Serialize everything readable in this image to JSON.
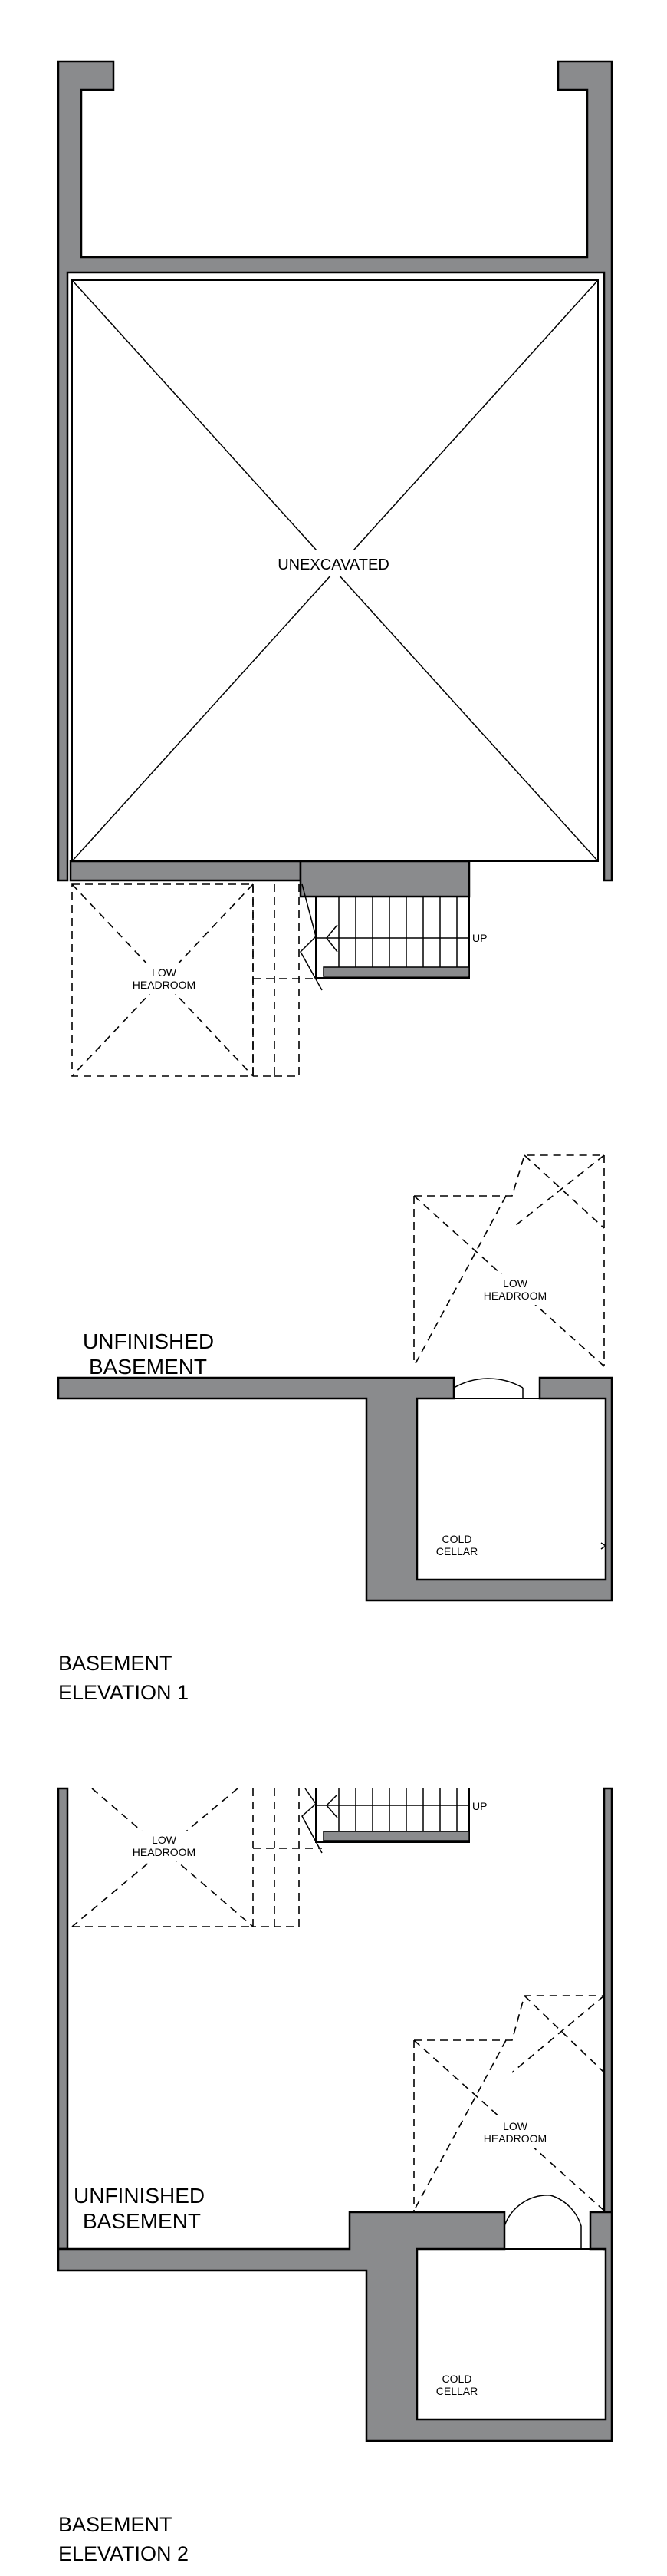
{
  "plan1": {
    "unexcavated": "UNEXCAVATED",
    "low_headroom_a": [
      "LOW",
      "HEADROOM"
    ],
    "low_headroom_b": [
      "LOW",
      "HEADROOM"
    ],
    "stair_label": "UP",
    "room": [
      "UNFINISHED",
      "BASEMENT"
    ],
    "cold_cellar": [
      "COLD",
      "CELLAR"
    ]
  },
  "caption1": [
    "BASEMENT",
    "ELEVATION 1"
  ],
  "plan2": {
    "low_headroom_a": [
      "LOW",
      "HEADROOM"
    ],
    "low_headroom_b": [
      "LOW",
      "HEADROOM"
    ],
    "stair_label": "UP",
    "room": [
      "UNFINISHED",
      "BASEMENT"
    ],
    "cold_cellar": [
      "COLD",
      "CELLAR"
    ]
  },
  "caption2": [
    "BASEMENT",
    "ELEVATION 2"
  ],
  "colors": {
    "wall": "#8a8b8d",
    "line": "#000000",
    "background": "#ffffff"
  }
}
